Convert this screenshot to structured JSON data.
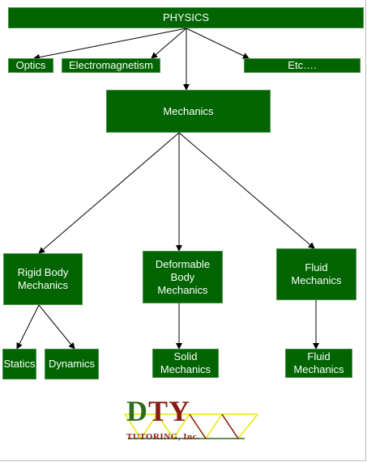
{
  "diagram": {
    "root": "PHYSICS",
    "branches": [
      "Optics",
      "Electromagnetism",
      "Etc….",
      "Mechanics"
    ],
    "mechanics_branches": [
      "Rigid Body\nMechanics",
      "Deformable\nBody\nMechanics",
      "Fluid\nMechanics"
    ],
    "rigid_children": [
      "Statics",
      "Dynamics"
    ],
    "deformable_children": [
      "Solid\nMechanics"
    ],
    "fluid_children": [
      "Fluid\nMechanics"
    ]
  },
  "logo": {
    "letters": [
      "D",
      "T",
      "Y"
    ],
    "subtitle": "TUTORING, Inc.",
    "colors": {
      "green": "#2e6b1a",
      "red": "#8b1a12",
      "yellow": "#e8e800"
    }
  },
  "colors": {
    "node_fill": "#006400",
    "node_text": "#ffffff",
    "arrow": "#000000"
  }
}
